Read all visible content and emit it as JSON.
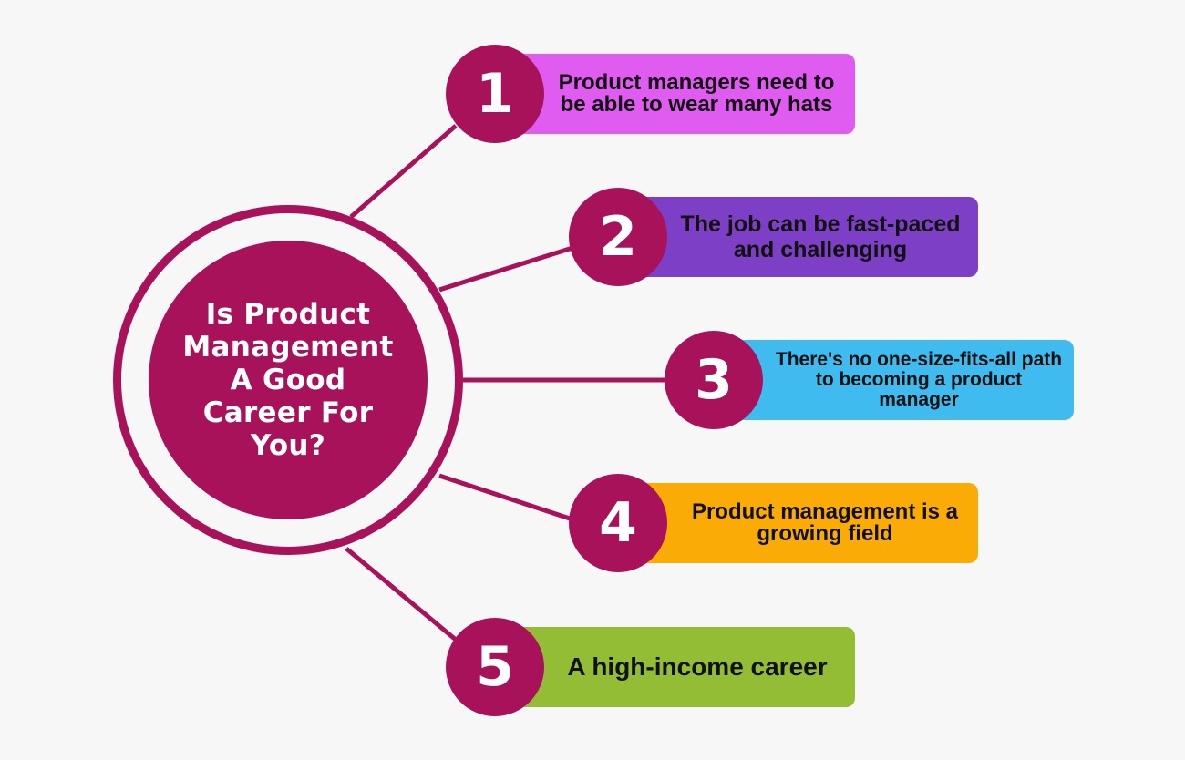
{
  "center": {
    "title_lines": [
      "Is Product",
      "Management",
      "A Good",
      "Career For",
      "You?"
    ]
  },
  "colors": {
    "primary": "#a8125a",
    "background": "#f7f7f7",
    "item_1": "#e05cf0",
    "item_2": "#7e3fc7",
    "item_3": "#3fbbf0",
    "item_4": "#fbab06",
    "item_5": "#93bd35"
  },
  "items": [
    {
      "number": "1",
      "text": "Product managers need to be able to wear many hats"
    },
    {
      "number": "2",
      "text": "The job can be fast-paced and challenging"
    },
    {
      "number": "3",
      "text": "There's no one-size-fits-all path to becoming a product manager"
    },
    {
      "number": "4",
      "text": "Product management is a growing field"
    },
    {
      "number": "5",
      "text": "A high-income career"
    }
  ]
}
